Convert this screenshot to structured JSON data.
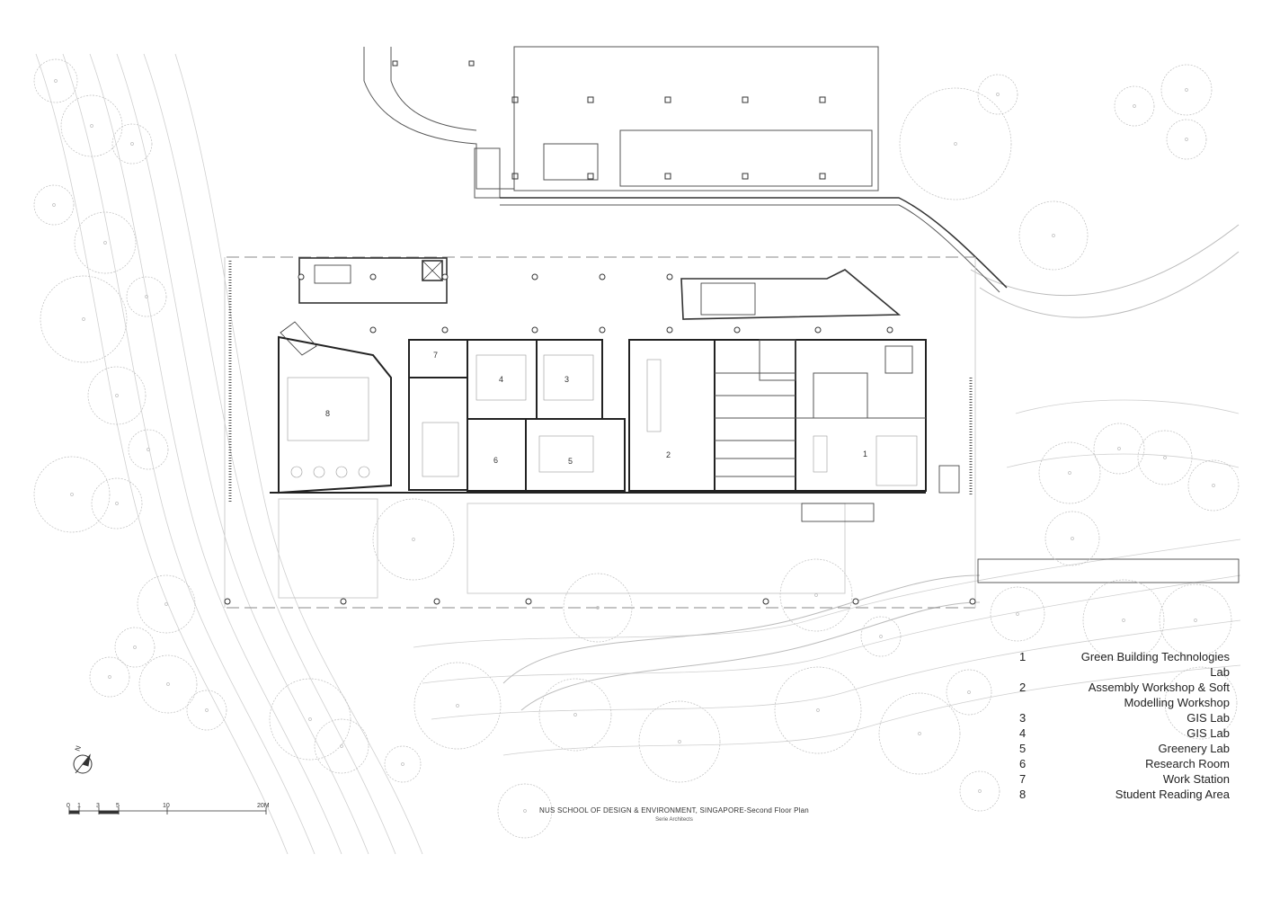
{
  "legend": {
    "items": [
      {
        "num": "1",
        "label": "Green Building Technologies",
        "label2": "Lab"
      },
      {
        "num": "2",
        "label": "Assembly Workshop & Soft",
        "label2": "Modelling Workshop"
      },
      {
        "num": "3",
        "label": "GIS Lab"
      },
      {
        "num": "4",
        "label": "GIS Lab"
      },
      {
        "num": "5",
        "label": "Greenery Lab"
      },
      {
        "num": "6",
        "label": "Research Room"
      },
      {
        "num": "7",
        "label": "Work Station"
      },
      {
        "num": "8",
        "label": "Student Reading Area"
      }
    ]
  },
  "title": {
    "main": "NUS SCHOOL OF DESIGN & ENVIRONMENT, SINGAPORE-Second Floor Plan",
    "sub": "Serie Architects"
  },
  "scale": {
    "labels": [
      "0",
      "1",
      "3",
      "5",
      "10",
      "20M"
    ]
  },
  "north": {
    "label": "N"
  },
  "rooms": {
    "r1": "1",
    "r2": "2",
    "r3": "3",
    "r4": "4",
    "r5": "5",
    "r6": "6",
    "r7": "7",
    "r8": "8"
  },
  "colors": {
    "line": "#444444",
    "light": "#bbbbbb"
  }
}
